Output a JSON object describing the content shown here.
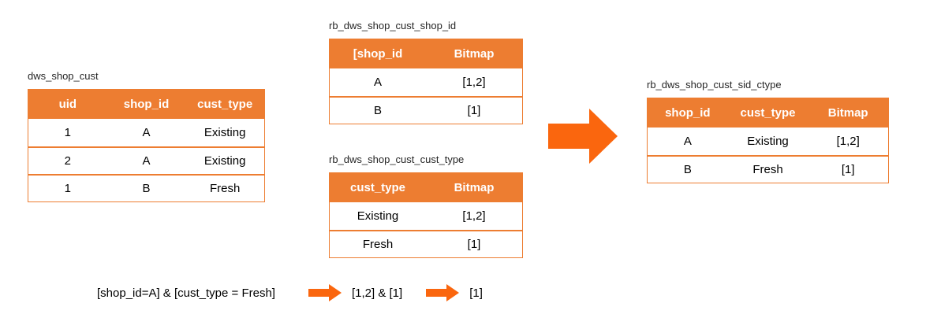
{
  "colors": {
    "header_bg": "#ED7D31",
    "table_border": "#ED7D31",
    "header_text": "#FFFFFF",
    "body_text": "#000000",
    "title_text": "#262626",
    "arrow": "#FA660E"
  },
  "tables": [
    {
      "title": "dws_shop_cust",
      "columns": [
        "uid",
        "shop_id",
        "cust_type"
      ],
      "rows": [
        [
          "1",
          "A",
          "Existing"
        ],
        [
          "2",
          "A",
          "Existing"
        ],
        [
          "1",
          "B",
          "Fresh"
        ]
      ]
    },
    {
      "title": "rb_dws_shop_cust_shop_id",
      "columns": [
        "[shop_id",
        "Bitmap"
      ],
      "rows": [
        [
          "A",
          "[1,2]"
        ],
        [
          "B",
          "[1]"
        ]
      ]
    },
    {
      "title": "rb_dws_shop_cust_cust_type",
      "columns": [
        "cust_type",
        "Bitmap"
      ],
      "rows": [
        [
          "Existing",
          "[1,2]"
        ],
        [
          "Fresh",
          "[1]"
        ]
      ]
    },
    {
      "title": "rb_dws_shop_cust_sid_ctype",
      "columns": [
        "shop_id",
        "cust_type",
        "Bitmap"
      ],
      "rows": [
        [
          "A",
          "Existing",
          "[1,2]"
        ],
        [
          "B",
          "Fresh",
          "[1]"
        ]
      ]
    }
  ],
  "formula": {
    "query": "[shop_id=A] & [cust_type = Fresh]",
    "intermediate": "[1,2] & [1]",
    "result": "[1]"
  },
  "icons": {
    "big_arrow": "right-block-arrow",
    "small_arrow": "right-block-arrow"
  }
}
